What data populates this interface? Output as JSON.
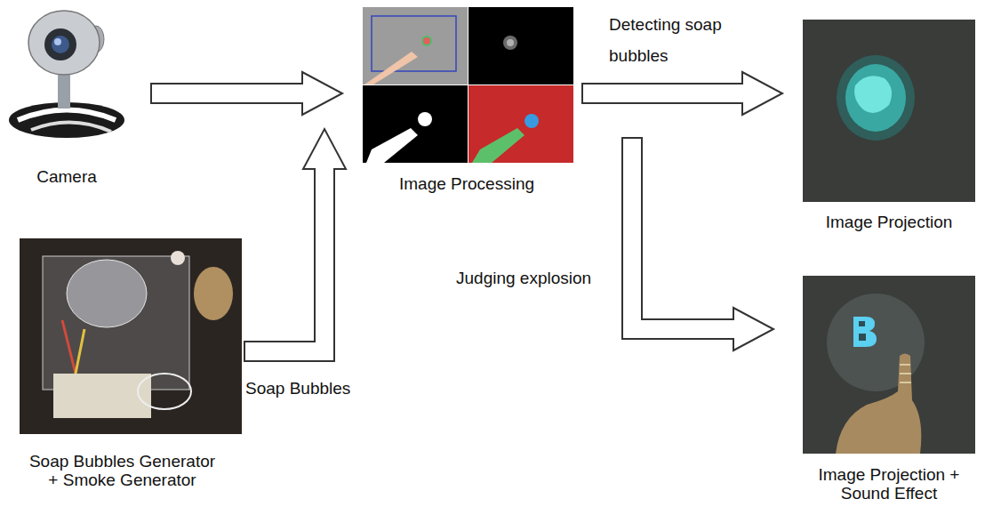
{
  "diagram": {
    "nodes": [
      {
        "text": [
          "Camera"
        ]
      },
      {
        "text": [
          "Image Processing"
        ]
      },
      {
        "text": [
          "Image Projection"
        ]
      },
      {
        "text": [
          "Soap Bubbles Generator + Smoke Generator"
        ]
      },
      {
        "text": [
          "Image Projection + Sound Effect"
        ]
      }
    ],
    "edges": [
      {
        "from": 0,
        "to": 1,
        "arrow": "to"
      },
      {
        "from": 3,
        "to": 1,
        "label": "Soap Bubbles",
        "arrow": "to"
      },
      {
        "from": 1,
        "to": 2,
        "label": "Detecting soap bubbles",
        "arrow": "to"
      },
      {
        "from": 1,
        "to": 4,
        "label": "Judging explosion",
        "arrow": "to"
      }
    ]
  }
}
